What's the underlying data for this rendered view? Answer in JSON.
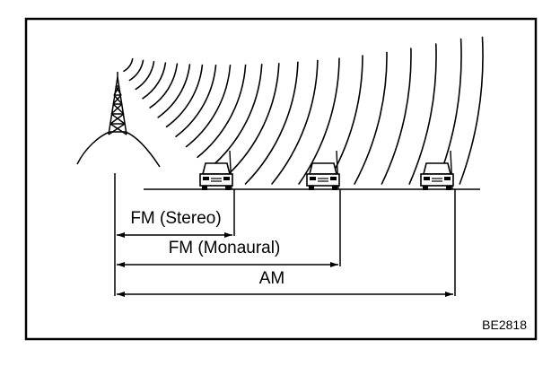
{
  "ranges": [
    {
      "id": "fm-stereo",
      "label": "FM (Stereo)"
    },
    {
      "id": "fm-monaural",
      "label": "FM (Monaural)"
    },
    {
      "id": "am",
      "label": "AM"
    }
  ],
  "figure_code": "BE2818"
}
